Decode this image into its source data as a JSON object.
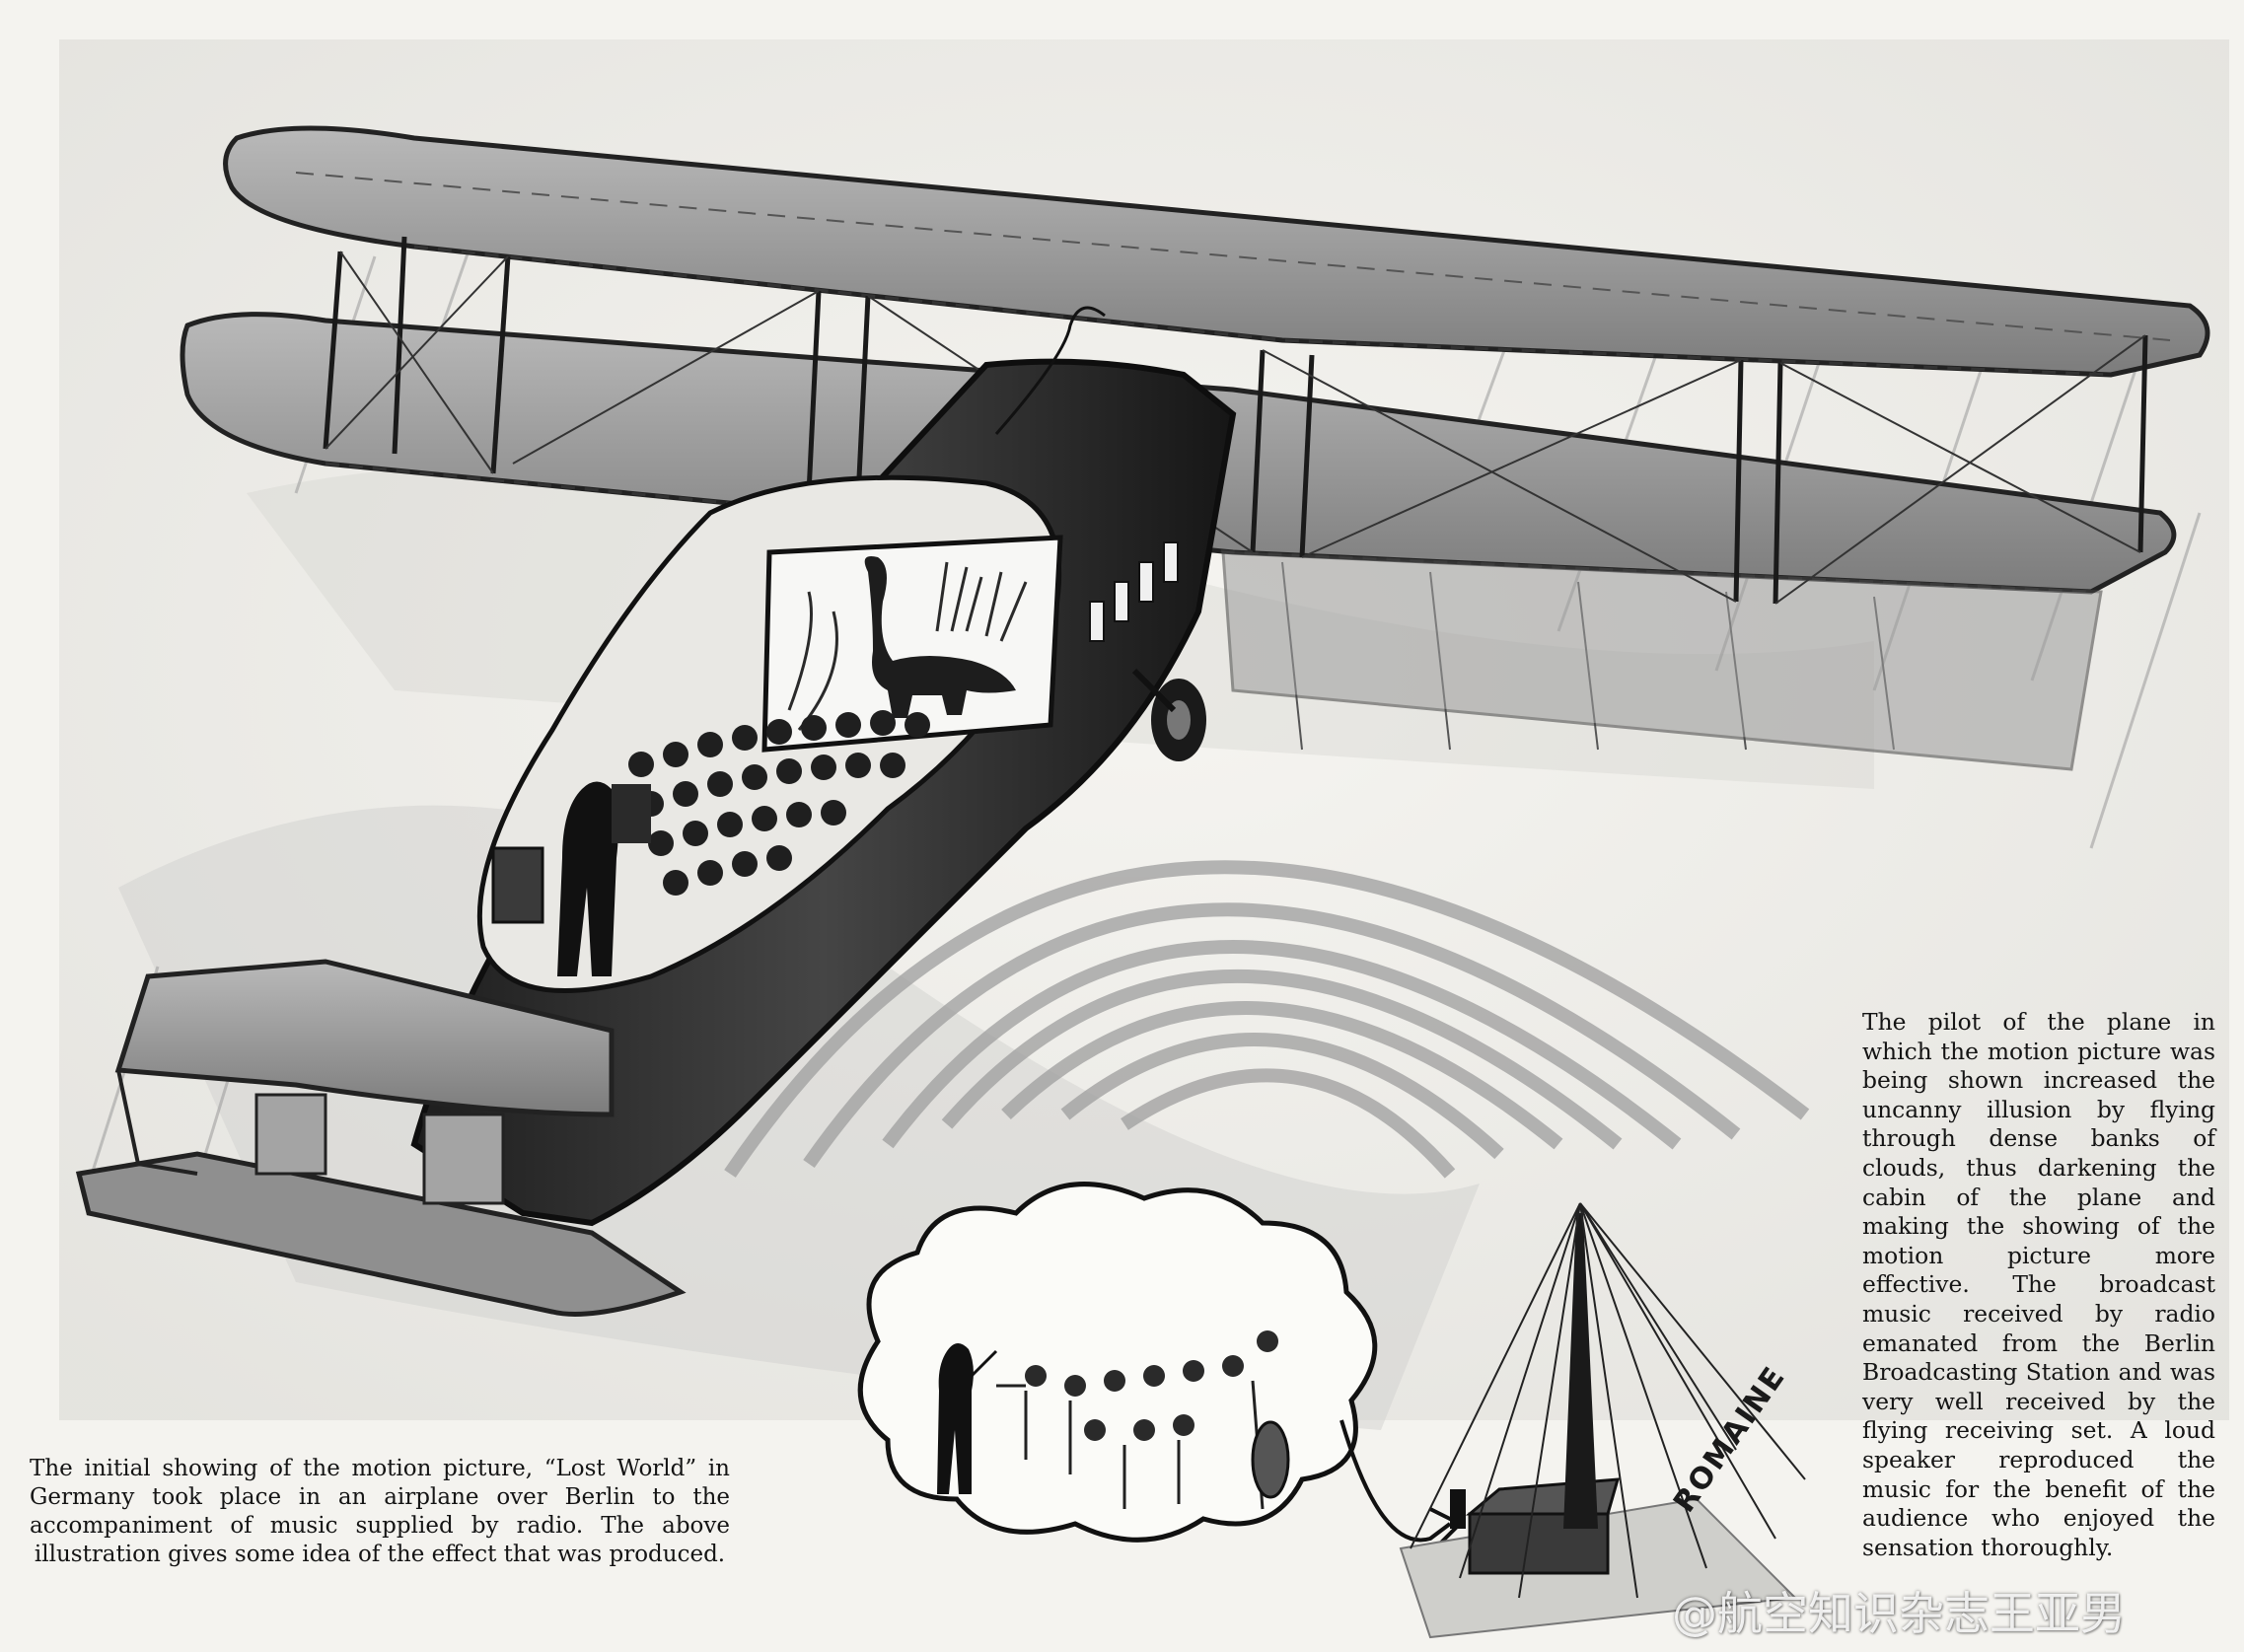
{
  "caption_left": "The initial showing of the motion picture, “Lost World” in Germany took place in an airplane over Berlin to the accompaniment of music supplied by radio. The above illustration gives some idea of the effect that was produced.",
  "caption_right": "The pilot of the plane in which the motion picture was being shown increased the uncanny illusion by flying through dense banks of clouds, thus darkening the cabin of the plane and making the showing of the motion picture more effective. The broadcast music received by radio emanated from the Berlin Broadcasting Station and was very well received by the flying receiving set. A loud speaker reproduced the music for the benefit of the audience who enjoyed the sensation thoroughly.",
  "artist_signature": "ROMAINE",
  "watermark": "@航空知识杂志王亚男",
  "colors": {
    "paper": "#f4f3ef",
    "ink": "#141414",
    "wing": "#8a8a8a",
    "fuselage": "#2a2a2a"
  }
}
